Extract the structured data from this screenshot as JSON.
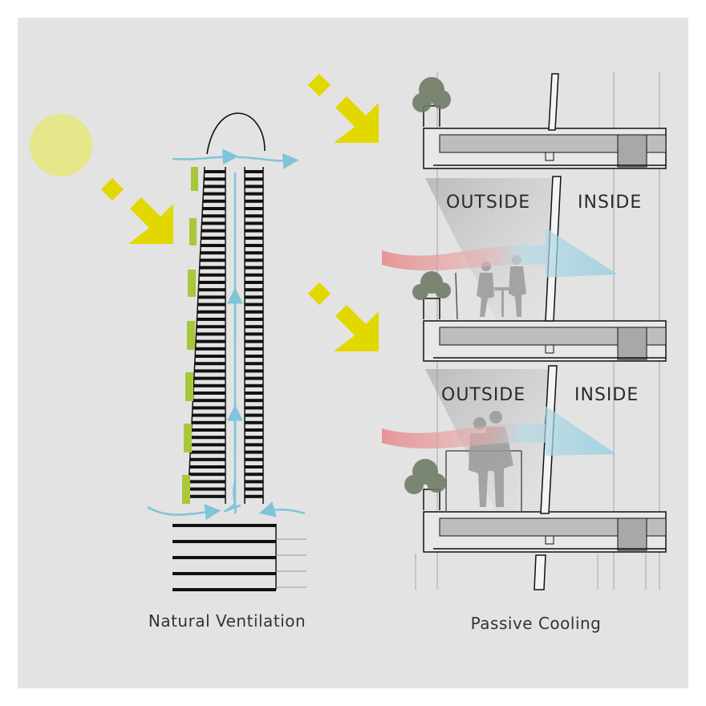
{
  "captions": {
    "left": "Natural Ventilation",
    "right": "Passive Cooling"
  },
  "zones": {
    "upper": {
      "outside": "OUTSIDE",
      "inside": "INSIDE"
    },
    "lower": {
      "outside": "OUTSIDE",
      "inside": "INSIDE"
    }
  },
  "colors": {
    "background": "#e3e3e3",
    "sun": "#e6e68a",
    "sun_ray_arrow": "#e2d800",
    "planter": "#a8c83a",
    "air_flow": "#7fc4d9",
    "warm_air": "#e87d7d",
    "cool_air": "#8fcde0",
    "slab": "#bdbdbd",
    "building_line": "#111111"
  },
  "icons": [
    "sun-icon",
    "sun-ray-arrow-icon",
    "air-flow-arrow-icon",
    "warm-air-arrow-icon",
    "cool-air-arrow-icon",
    "plant-icon",
    "people-silhouette-icon"
  ]
}
